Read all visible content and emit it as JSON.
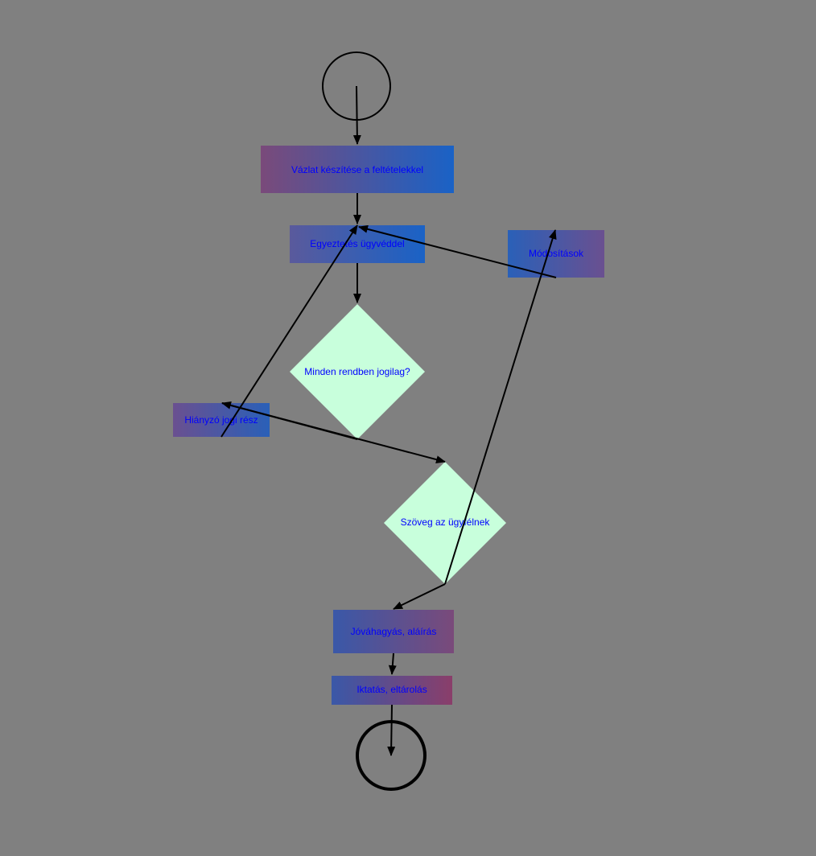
{
  "diagram": {
    "background_color": "#808080",
    "label_color": "#0000ff",
    "decision_fill": "#c8ffdc",
    "start_node": {
      "type": "start"
    },
    "end_node": {
      "type": "end"
    },
    "nodes": {
      "draft": {
        "label": "Vázlat készítése a feltételekkel",
        "gradient": [
          "#7a4a7a",
          "#1a62c6"
        ]
      },
      "lawyer": {
        "label": "Egyeztetés ügyvéddel",
        "gradient": [
          "#5a5a9c",
          "#1a62c6"
        ]
      },
      "legal_ok": {
        "label": "Minden rendben jogilag?"
      },
      "missing": {
        "label": "Hiányzó jogi rész",
        "gradient": [
          "#6a5090",
          "#2a60b8"
        ]
      },
      "changes": {
        "label": "Módosítások",
        "gradient": [
          "#2a60b8",
          "#6a5090"
        ]
      },
      "client_text": {
        "label": "Szöveg az ügyfélnek"
      },
      "approve": {
        "label": "Jóváhagyás, aláírás",
        "gradient": [
          "#3a58a8",
          "#7a4a7a"
        ]
      },
      "file": {
        "label": "Iktatás, eltárolás",
        "gradient": [
          "#3a58a8",
          "#8a3e6a"
        ]
      }
    },
    "edges": [
      {
        "from": "start",
        "to": "draft"
      },
      {
        "from": "draft",
        "to": "lawyer"
      },
      {
        "from": "lawyer",
        "to": "legal_ok"
      },
      {
        "from": "legal_ok",
        "to": "missing"
      },
      {
        "from": "legal_ok",
        "to": "client_text"
      },
      {
        "from": "missing",
        "to": "lawyer"
      },
      {
        "from": "client_text",
        "to": "changes"
      },
      {
        "from": "changes",
        "to": "lawyer"
      },
      {
        "from": "client_text",
        "to": "approve"
      },
      {
        "from": "approve",
        "to": "file"
      },
      {
        "from": "file",
        "to": "end"
      }
    ]
  }
}
